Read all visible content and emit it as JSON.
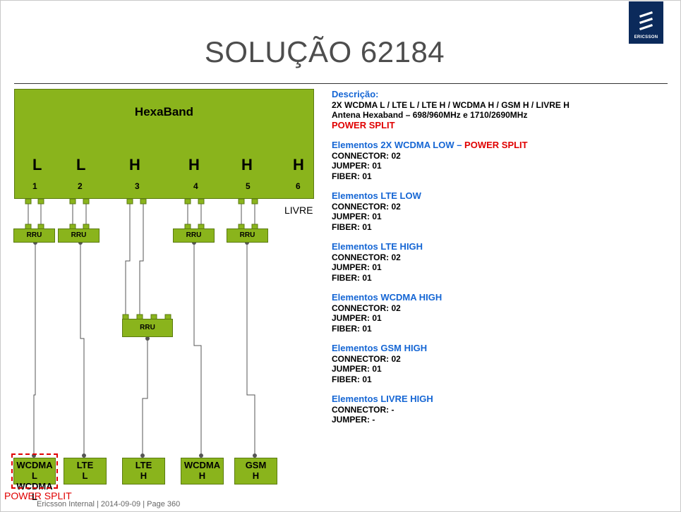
{
  "title": "SOLUÇÃO 62184",
  "logo_text": "ERICSSON",
  "antenna": {
    "name": "HexaBand",
    "bands": [
      "L",
      "L",
      "H",
      "H",
      "H",
      "H"
    ],
    "ports": [
      "1",
      "2",
      "3",
      "4",
      "5",
      "6"
    ]
  },
  "livre_label": "LIVRE",
  "rru_label": "RRU",
  "end_boxes": [
    {
      "line1": "WCDMA L",
      "line2": "WCDMA L"
    },
    {
      "line1": "LTE",
      "line2": "L"
    },
    {
      "line1": "LTE",
      "line2": "H"
    },
    {
      "line1": "WCDMA",
      "line2": "H"
    },
    {
      "line1": "GSM",
      "line2": "H"
    }
  ],
  "power_split_label": "POWER SPLIT",
  "footer": "Ericsson Internal  |  2014-09-09  |  Page 360",
  "description": {
    "heading": "Descrição:",
    "line1": "2X WCDMA L / LTE L / LTE H / WCDMA H / GSM H / LIVRE H",
    "line2": "Antena Hexaband – 698/960MHz  e  1710/2690MHz",
    "line3": "POWER SPLIT"
  },
  "elements": [
    {
      "heading": "Elementos 2X WCDMA LOW – ",
      "heading_red": "POWER SPLIT",
      "connector": "CONNECTOR: 02",
      "jumper": "JUMPER: 01",
      "fiber": "FIBER: 01"
    },
    {
      "heading": "Elementos LTE LOW",
      "heading_red": "",
      "connector": "CONNECTOR: 02",
      "jumper": "JUMPER: 01",
      "fiber": "FIBER: 01"
    },
    {
      "heading": "Elementos LTE HIGH",
      "heading_red": "",
      "connector": "CONNECTOR: 02",
      "jumper": "JUMPER: 01",
      "fiber": "FIBER: 01"
    },
    {
      "heading": "Elementos WCDMA HIGH",
      "heading_red": "",
      "connector": "CONNECTOR: 02",
      "jumper": "JUMPER: 01",
      "fiber": "FIBER: 01"
    },
    {
      "heading": "Elementos GSM HIGH",
      "heading_red": "",
      "connector": "CONNECTOR: 02",
      "jumper": "JUMPER: 01",
      "fiber": "FIBER: 01"
    },
    {
      "heading": "Elementos LIVRE HIGH",
      "heading_red": "",
      "connector": "CONNECTOR: -",
      "jumper": "JUMPER: -",
      "fiber": ""
    }
  ]
}
